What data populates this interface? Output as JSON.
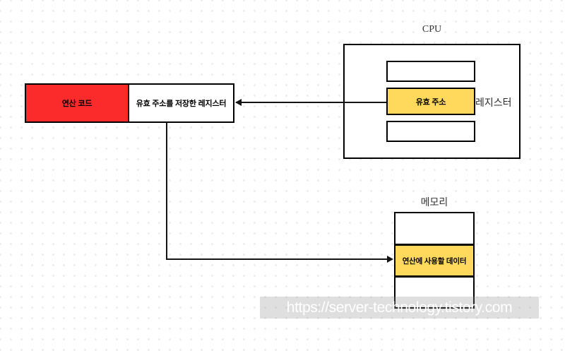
{
  "diagram": {
    "instruction": {
      "opcode": {
        "label": "연산 코드",
        "color": "#fb2b2b"
      },
      "operand": {
        "label": "유효 주소를 저장한 레지스터",
        "color": "#ffffff"
      }
    },
    "cpu": {
      "title": "CPU",
      "registers_label": "레지스터",
      "registers": [
        {
          "label": "",
          "color": "#ffffff"
        },
        {
          "label": "유효 주소",
          "color": "#ffd95c"
        },
        {
          "label": "",
          "color": "#ffffff"
        }
      ]
    },
    "memory": {
      "title": "메모리",
      "cells": [
        {
          "label": "",
          "color": "#ffffff"
        },
        {
          "label": "연산에 사용할 데이터",
          "color": "#ffd95c"
        },
        {
          "label": "",
          "color": "#ffffff"
        }
      ]
    },
    "connectors": [
      {
        "name": "register-to-operand",
        "direction": "left"
      },
      {
        "name": "operand-to-memory-data",
        "direction": "right"
      }
    ]
  },
  "watermark": {
    "url": "https://server-technology.tistory.com"
  }
}
